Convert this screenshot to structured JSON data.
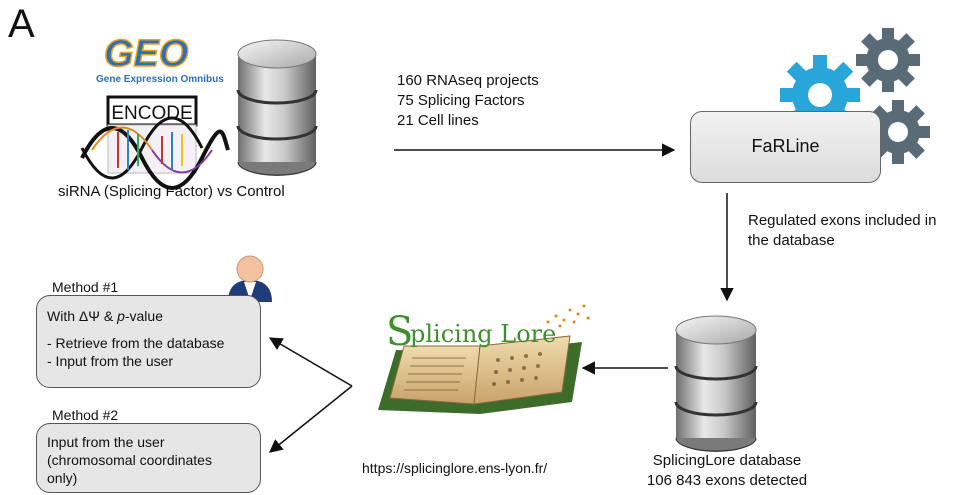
{
  "panel_label": "A",
  "geo": {
    "logo_text": "GEO",
    "subtitle": "Gene Expression Omnibus"
  },
  "encode": {
    "logo_text": "ENCODE"
  },
  "source_caption": "siRNA (Splicing Factor) vs Control",
  "stats": {
    "line1": "160 RNAseq projects",
    "line2": "75 Splicing Factors",
    "line3": "21 Cell lines"
  },
  "farline": {
    "label": "FaRLine"
  },
  "regulated_note": {
    "line1": "Regulated exons included in",
    "line2": "the database"
  },
  "database": {
    "line1": "SplicingLore database",
    "line2": "106 843 exons detected"
  },
  "splicinglore": {
    "logo_S": "S",
    "logo_rest": "plicing Lore",
    "url": "https://splicinglore.ens-lyon.fr/"
  },
  "method1": {
    "title": "Method #1",
    "line1_prefix": "With ΔΨ & ",
    "line1_italic": "p",
    "line1_suffix": "-value",
    "line2": "- Retrieve from the database",
    "line3": "- Input from the user"
  },
  "method2": {
    "title": "Method #2",
    "line1": "Input from the user",
    "line2": "(chromosomal coordinates",
    "line3": "only)"
  },
  "colors": {
    "geo_blue": "#2f6fb8",
    "geo_orange": "#e8a21c",
    "gear_blue": "#29a6d9",
    "gear_gray": "#5a6b78",
    "splicing_green": "#3f8f2f",
    "splicing_orange": "#e08a1e",
    "box_fill": "#e6e6e6"
  }
}
